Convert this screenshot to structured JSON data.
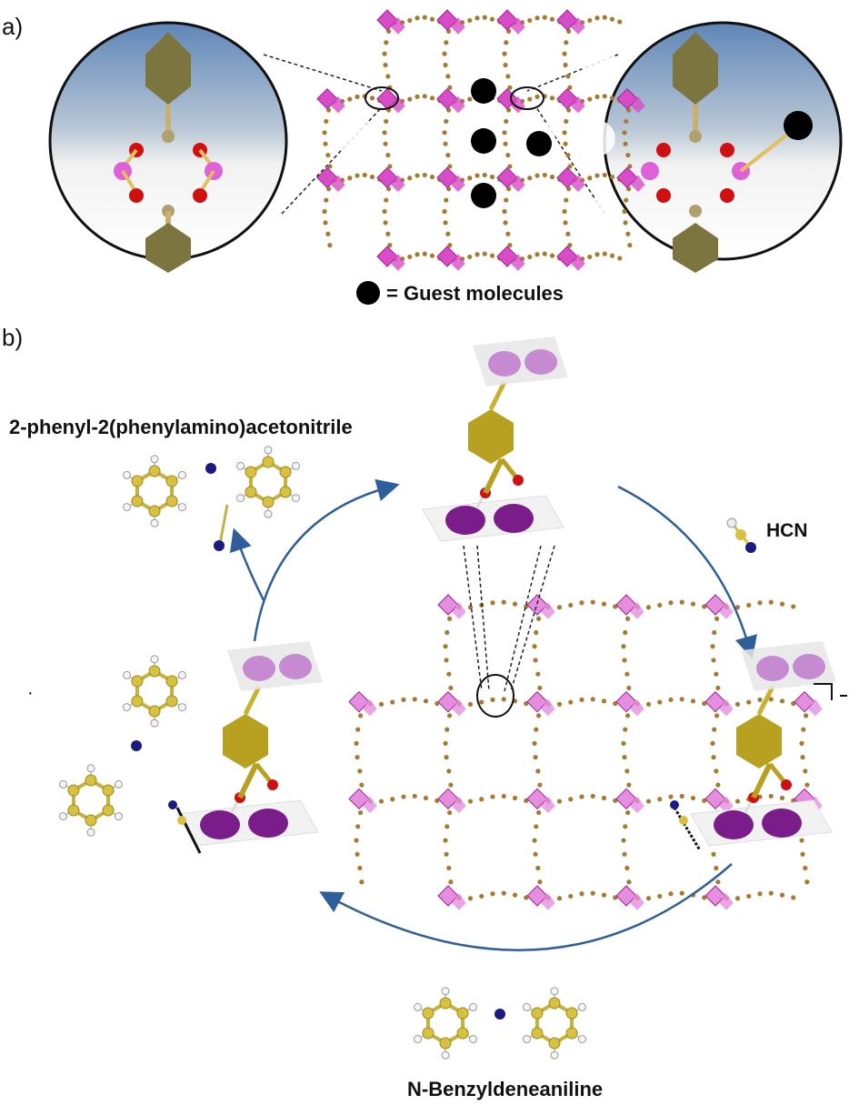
{
  "panels": {
    "a": "a)",
    "b": "b)"
  },
  "panel_a": {
    "legend_text": "= Guest molecules"
  },
  "panel_b": {
    "product_label": "2-phenyl-2(phenylamino)acetonitrile",
    "reagent_label": "HCN",
    "substrate_label": "N-Benzyldeneaniline"
  },
  "colors": {
    "metal": "#e040d0",
    "linker": "#a87a30",
    "guest": "#000000",
    "arrow": "#2f5f9a",
    "ring": "#d8c040",
    "oxygen": "#d01010",
    "nitrogen": "#1a1a80"
  }
}
